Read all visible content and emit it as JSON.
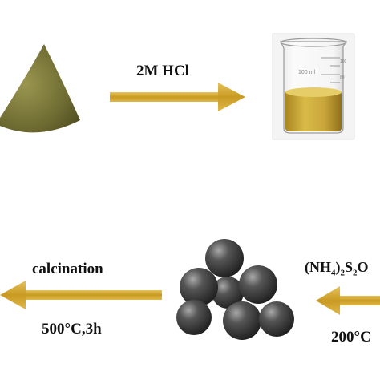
{
  "steps": {
    "acid": {
      "reagent": "2M HCl"
    },
    "calcination": {
      "label": "calcination",
      "condition": "500°C,3h"
    },
    "oxidation": {
      "reagent_prefix": "(NH",
      "reagent_sub1": "4",
      "reagent_mid": ")",
      "reagent_sub2": "2",
      "reagent_suffix": "S",
      "reagent_sub3": "2",
      "reagent_tail": "O",
      "condition": "200°C"
    }
  },
  "beaker": {
    "volume_label": "100 ml",
    "tick_top": "100",
    "tick_mid": "80"
  },
  "colors": {
    "arrow": "#d2a934",
    "powder": "#7d7a3c",
    "liquid": "#c9a93a",
    "sphere": "#3d3d3d"
  }
}
